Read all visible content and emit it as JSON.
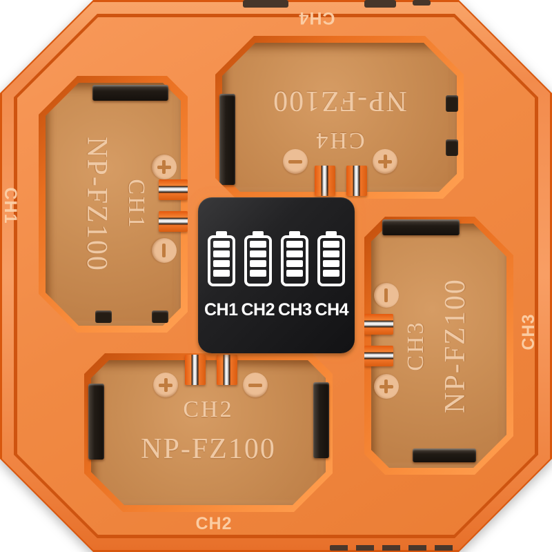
{
  "product": {
    "description": "Four-channel camera battery charger, orange, top view",
    "colors": {
      "body_orange": "#F18A44",
      "wall_orange": "#F89E64",
      "edge_orange": "#D8570E",
      "slot_tan": "#C88B54",
      "display_black": "#1B1B1D",
      "emboss_text": "#F2CBA2",
      "icon_white": "#FFFFFF"
    }
  },
  "rim_labels": {
    "top": "CH4",
    "left": "CH1",
    "right": "CH3",
    "bottom": "CH2"
  },
  "slots": [
    {
      "position": "left",
      "channel": "CH1",
      "model": "NP-FZ100",
      "plus_symbol": "+",
      "minus_symbol": "−"
    },
    {
      "position": "top",
      "channel": "CH4",
      "model": "NP-FZ100",
      "plus_symbol": "+",
      "minus_symbol": "−"
    },
    {
      "position": "right",
      "channel": "CH3",
      "model": "NP-FZ100",
      "plus_symbol": "+",
      "minus_symbol": "−"
    },
    {
      "position": "bottom",
      "channel": "CH2",
      "model": "NP-FZ100",
      "plus_symbol": "+",
      "minus_symbol": "−"
    }
  ],
  "display": {
    "channels": [
      "CH1",
      "CH2",
      "CH3",
      "CH4"
    ],
    "battery_segments": 4,
    "battery_levels": [
      4,
      4,
      4,
      4
    ]
  }
}
